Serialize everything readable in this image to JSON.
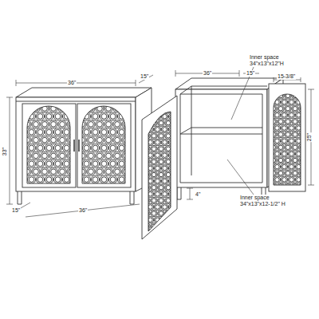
{
  "diagram": {
    "labels": [
      "36\"",
      "15\"",
      "33\"",
      "15\"",
      "36\"",
      "Inner space 34\"x13\"x12\"H",
      "36\"",
      "15\"",
      "15-3/8\"",
      "25\"",
      "Inner space 34\"x13\"x12-1/2\" H",
      "4\""
    ]
  }
}
